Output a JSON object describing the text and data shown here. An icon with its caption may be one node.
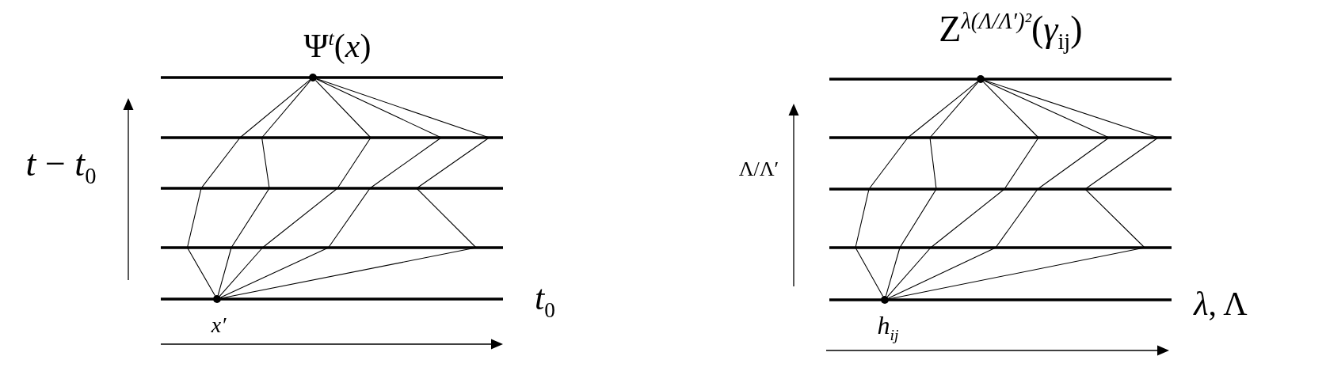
{
  "diagram": {
    "nodes": [
      {
        "text": [],
        "shape": "circle",
        "beside": [
          "Ψ$^{t}$(*x*)"
        ]
      },
      {
        "text": [],
        "shape": "circle",
        "beside": [
          "x′"
        ]
      },
      {
        "text": [],
        "shape": "circle",
        "beside": [
          "Z$^{λ(Λ/Λ′)²}$(*γ*$_{ij}$)"
        ]
      },
      {
        "text": [],
        "shape": "circle",
        "beside": [
          "h$_{ij}$"
        ]
      }
    ],
    "edges": [
      {
        "from": 1,
        "to": 0,
        "arrow": "none"
      },
      {
        "from": 1,
        "to": 0,
        "arrow": "none"
      },
      {
        "from": 1,
        "to": 0,
        "arrow": "none"
      },
      {
        "from": 1,
        "to": 0,
        "arrow": "none"
      },
      {
        "from": 1,
        "to": 0,
        "arrow": "none"
      },
      {
        "from": 3,
        "to": 2,
        "arrow": "none"
      },
      {
        "from": 3,
        "to": 2,
        "arrow": "none"
      },
      {
        "from": 3,
        "to": 2,
        "arrow": "none"
      },
      {
        "from": 3,
        "to": 2,
        "arrow": "none"
      },
      {
        "from": 3,
        "to": 2,
        "arrow": "none"
      }
    ],
    "labels": [
      "*t* − *t*$_{0}$",
      "*t*$_{0}$",
      "Λ/Λ′",
      "*λ*, Λ"
    ]
  }
}
